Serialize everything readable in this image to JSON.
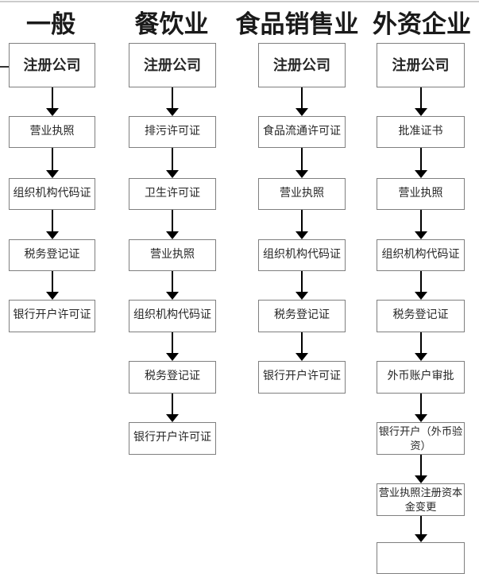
{
  "flowchart": {
    "columns": [
      {
        "title": "一般",
        "steps": [
          "注册公司",
          "营业执照",
          "组织机构代码证",
          "税务登记证",
          "银行开户许可证"
        ]
      },
      {
        "title": "餐饮业",
        "steps": [
          "注册公司",
          "排污许可证",
          "卫生许可证",
          "营业执照",
          "组织机构代码证",
          "税务登记证",
          "银行开户许可证"
        ]
      },
      {
        "title": "食品销售业",
        "steps": [
          "注册公司",
          "食品流通许可证",
          "营业执照",
          "组织机构代码证",
          "税务登记证",
          "银行开户许可证"
        ]
      },
      {
        "title": "外资企业",
        "steps": [
          "注册公司",
          "批准证书",
          "营业执照",
          "组织机构代码证",
          "税务登记证",
          "外币账户审批",
          "银行开户（外币验资）",
          "营业执照注册资本金变更"
        ]
      }
    ],
    "colors": {
      "box_border": "#7f7f7f",
      "text": "#262626",
      "arrow": "#000000",
      "top_rule": "#cccccc"
    }
  }
}
